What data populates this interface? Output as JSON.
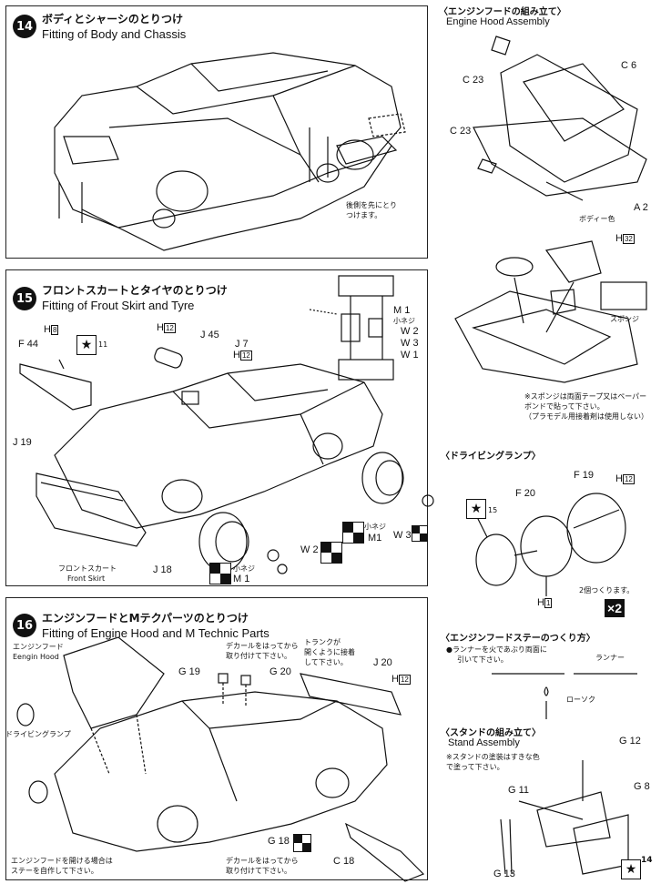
{
  "step14": {
    "number": "14",
    "title_jp": "ボディとシャーシのとりつけ",
    "title_en": "Fitting of Body and Chassis",
    "note_rear": [
      "後側を先にとり",
      "つけます。"
    ]
  },
  "step15": {
    "number": "15",
    "title_jp": "フロントスカートとタイヤのとりつけ",
    "title_en": "Fitting of Frout Skirt and Tyre",
    "parts": {
      "h8": "H",
      "h8_box": "8",
      "f44": "F 44",
      "star_num": "11",
      "h12_a": "H",
      "h12_a_box": "12",
      "j45": "J 45",
      "j7": "J 7",
      "h12_b": "H",
      "h12_b_box": "12",
      "j19": "J 19",
      "j18": "J 18",
      "m1": "M 1",
      "m1_jp": "小ネジ",
      "w2": "W 2",
      "w3": "W 3",
      "w1": "W 1",
      "w3b": "W 3",
      "w2b": "W 2",
      "m1b_jp": "小ネジ",
      "m1b": "M1",
      "m1c_jp": "小ネジ",
      "m1c": "M 1",
      "front_skirt_jp": "フロントスカート",
      "front_skirt_en": "Front Skirt"
    }
  },
  "step16": {
    "number": "16",
    "title_jp": "エンジンフードとMテクパーツのとりつけ",
    "title_en": "Fitting of Engine Hood and M Technic Parts",
    "parts": {
      "hood_jp": "エンジンフード",
      "hood_en": "Eengin Hood",
      "decal_note_1": [
        "デカールをはってから",
        "取り付けて下さい。"
      ],
      "g19": "G 19",
      "g20": "G 20",
      "trunk_note": [
        "トランクが",
        "開くように接着",
        "して下さい。"
      ],
      "j20": "J 20",
      "h12": "H",
      "h12_box": "12",
      "driving_lamp_jp": "ドライビングランプ",
      "hood_open_note": [
        "エンジンフードを開ける場合は",
        "ステーを自作して下さい。"
      ],
      "g18": "G 18",
      "decal_note_2": [
        "デカールをはってから",
        "取り付けて下さい。"
      ],
      "c18": "C 18"
    }
  },
  "hood_assembly": {
    "title_jp": "〈エンジンフードの組み立て〉",
    "title_en": "Engine Hood Assembly",
    "c23_a": "C 23",
    "c6": "C 6",
    "c23_b": "C 23",
    "a2": "A 2",
    "body_color": "ボディー色",
    "h32": "H",
    "h32_box": "32",
    "sponge": "スポンジ",
    "sponge_note": [
      "※スポンジは両面テープ又はペーパー",
      "ボンドで貼って下さい。",
      "（プラモデル用接着剤は使用しない）"
    ]
  },
  "driving_lamp": {
    "title_jp": "〈ドライビングランプ〉",
    "star_num": "15",
    "f20": "F 20",
    "f19": "F 19",
    "h12": "H",
    "h12_box": "12",
    "h1": "H",
    "h1_box": "1",
    "make_two": "2個つくります。",
    "qty": "×2"
  },
  "hood_stay": {
    "title_jp": "〈エンジンフードステーのつくり方〉",
    "bullet": "●ランナーを火であぶり両面に",
    "bullet2": "引いて下さい。",
    "runner": "ランナー",
    "candle": "ローソク"
  },
  "stand": {
    "title_jp": "〈スタンドの組み立て〉",
    "title_en": "Stand Assembly",
    "note": [
      "※スタンドの塗装はすきな色",
      "で塗って下さい。"
    ],
    "g12": "G 12",
    "g11": "G 11",
    "g8": "G 8",
    "g13": "G 13",
    "star_num": "14"
  },
  "page_marker": "14"
}
